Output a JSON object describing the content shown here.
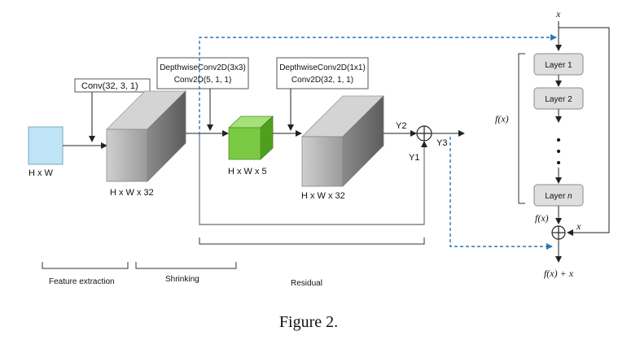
{
  "colors": {
    "input_block": "#bfe3f7",
    "feature_block": "#a9a9a9",
    "shrink_block": "#7ac943",
    "dashed_arrow": "#2e75b6",
    "layer_fill": "#dedede"
  },
  "labels": {
    "conv_box": "Conv(32, 3, 1)",
    "dw1_line1": "DepthwiseConv2D(3x3)",
    "dw1_line2": "Conv2D(5, 1, 1)",
    "dw2_line1": "DepthwiseConv2D(1x1)",
    "dw2_line2": "Conv2D(32, 1, 1)",
    "input_dim": "H x W",
    "feat_dim": "H x W x 32",
    "shrink_dim": "H x W x 5",
    "expand_dim": "H x W x 32",
    "y1": "Y1",
    "y2": "Y2",
    "y3": "Y3",
    "section_feature": "Feature extraction",
    "section_shrinking": "Shrinking",
    "section_residual": "Residual"
  },
  "resblock": {
    "x_top": "x",
    "f_x": "f(x)",
    "f_x_out": "f(x)",
    "x_skip": "x",
    "output": "f(x) + x",
    "layer1": "Layer 1",
    "layer2": "Layer 2",
    "layern_prefix": "Layer ",
    "layern_var": "n"
  },
  "caption": "Figure 2."
}
